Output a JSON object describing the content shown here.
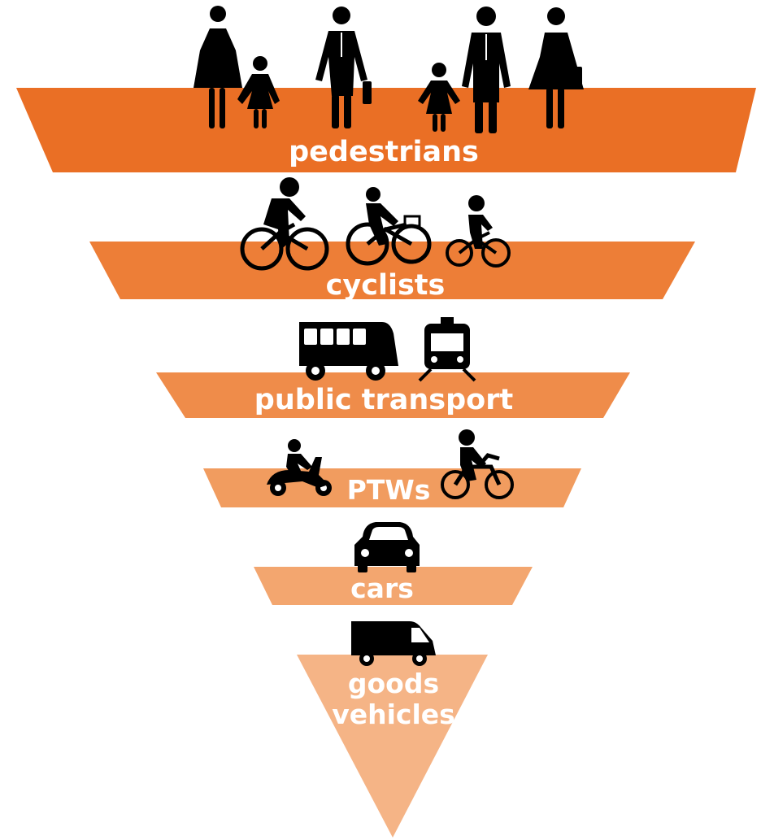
{
  "diagram": {
    "type": "inverted-pyramid",
    "levels": [
      {
        "label": "pedestrians",
        "color": "#ea6f25",
        "icons": [
          "woman-icon",
          "child-icon",
          "businessman-icon",
          "child-icon",
          "man-icon",
          "woman-with-bag-icon"
        ]
      },
      {
        "label": "cyclists",
        "color": "#ed7e37",
        "icons": [
          "cyclist-icon",
          "cyclist-icon",
          "child-cyclist-icon"
        ]
      },
      {
        "label": "public transport",
        "color": "#ef8c4a",
        "icons": [
          "bus-icon",
          "train-icon"
        ]
      },
      {
        "label": "PTWs",
        "color": "#f19c5f",
        "icons": [
          "scooter-icon",
          "motorcycle-icon"
        ]
      },
      {
        "label": "cars",
        "color": "#f3a66f",
        "icons": [
          "car-icon"
        ]
      },
      {
        "label_lines": [
          "goods",
          "vehicles"
        ],
        "color": "#f5b486",
        "icons": [
          "van-icon"
        ]
      }
    ]
  }
}
